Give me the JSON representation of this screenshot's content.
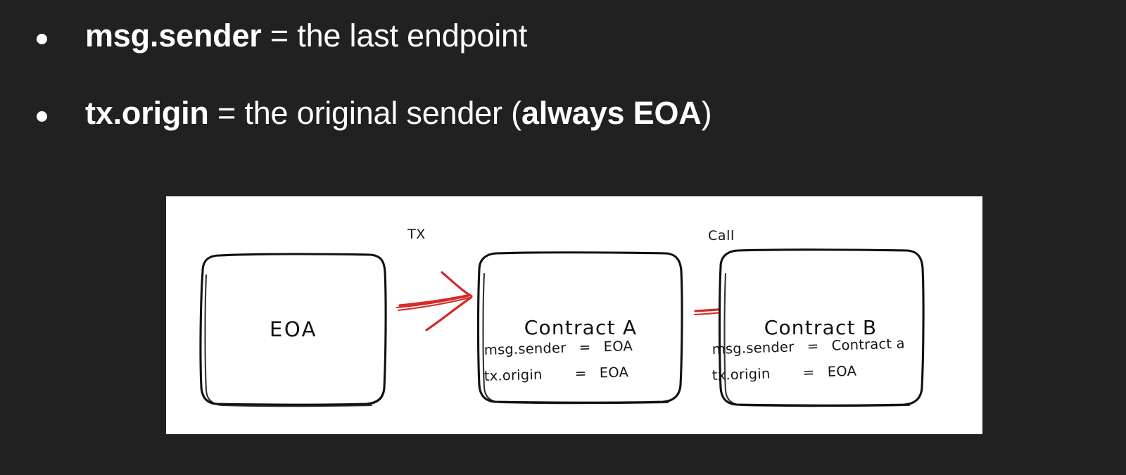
{
  "slide": {
    "background_color": "#212121",
    "text_color": "#ffffff",
    "panel_color": "#ffffff",
    "accent_color": "#d42a28"
  },
  "bullets": [
    {
      "marker": "bullet-dot",
      "term": "msg.sender",
      "rest": " = the last endpoint",
      "suffix_open": "",
      "suffix_bold": "",
      "suffix_close": ""
    },
    {
      "marker": "bullet-dot",
      "term": "tx.origin",
      "rest": " = the original sender ",
      "suffix_open": "(",
      "suffix_bold": "always EOA",
      "suffix_close": ")"
    }
  ],
  "diagram": {
    "type": "flow",
    "style": "hand-drawn sketch",
    "nodes": [
      {
        "id": "eoa",
        "label": "EOA"
      },
      {
        "id": "contract_a",
        "label": "Contract A"
      },
      {
        "id": "contract_b",
        "label": "Contract B"
      }
    ],
    "edges": [
      {
        "from": "eoa",
        "to": "contract_a",
        "label": "TX",
        "color": "#d42a28"
      },
      {
        "from": "contract_a",
        "to": "contract_b",
        "label": "Call",
        "color": "#d42a28"
      }
    ],
    "annotations": [
      {
        "node": "contract_a",
        "lines": [
          {
            "key": "msg.sender",
            "eq": "=",
            "value": "EOA"
          },
          {
            "key": "tx.origin",
            "eq": "=",
            "value": "EOA"
          }
        ]
      },
      {
        "node": "contract_b",
        "lines": [
          {
            "key": "msg.sender",
            "eq": "=",
            "value": "Contract a"
          },
          {
            "key": "tx.origin",
            "eq": "=",
            "value": "EOA"
          }
        ]
      }
    ]
  }
}
